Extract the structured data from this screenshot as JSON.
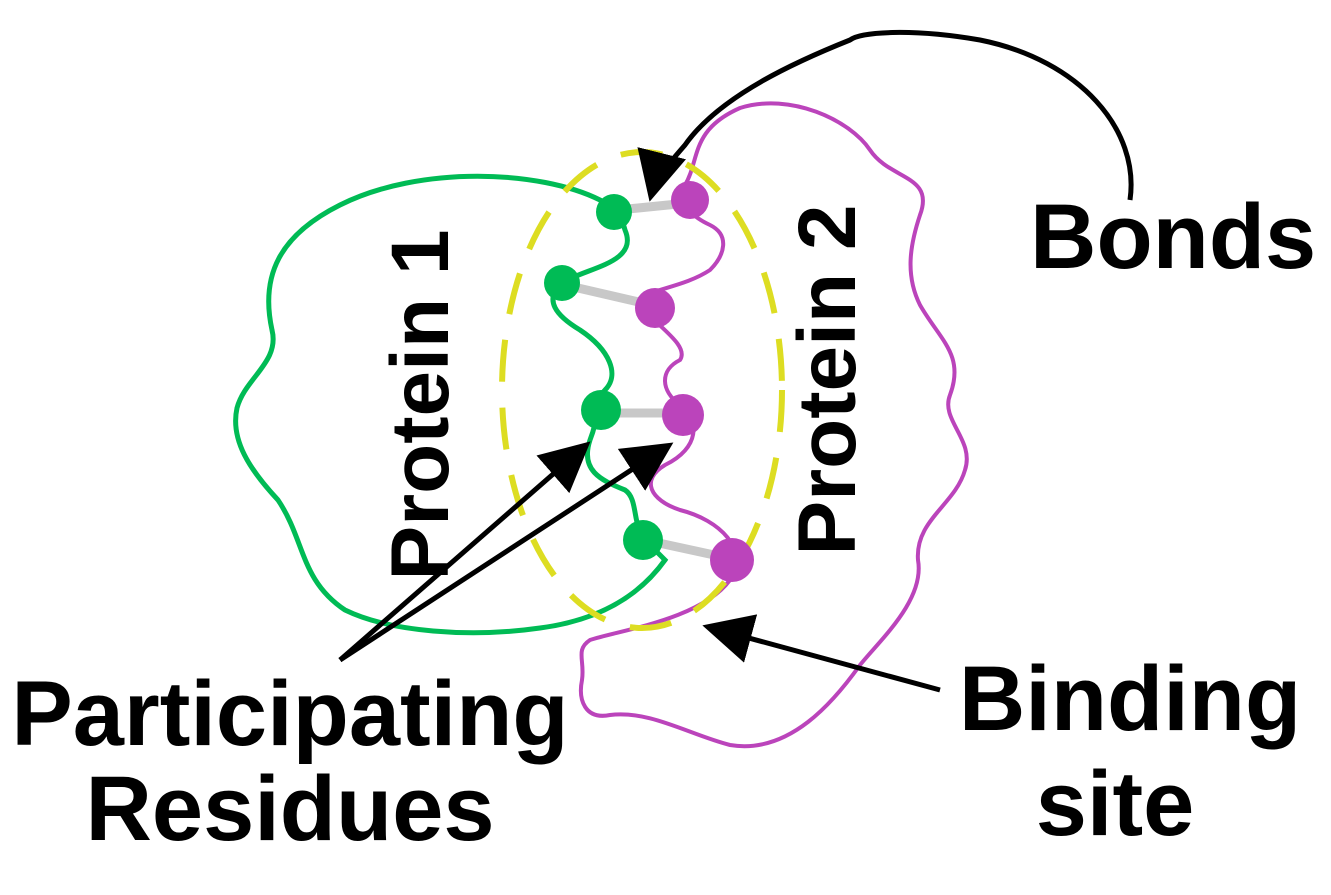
{
  "labels": {
    "protein1": "Protein 1",
    "protein2": "Protein 2",
    "bonds": "Bonds",
    "binding_site_line1": "Binding",
    "binding_site_line2": "site",
    "participating_line1": "Participating",
    "participating_line2": "Residues"
  },
  "colors": {
    "protein1": "#00bb55",
    "protein2": "#bb44bb",
    "binding_site": "#dddd22",
    "bond": "#c8c8c8",
    "arrow": "#000000"
  },
  "icons": {
    "residue": "circle-residue",
    "bond": "line-bond",
    "arrow": "arrow-pointer"
  }
}
